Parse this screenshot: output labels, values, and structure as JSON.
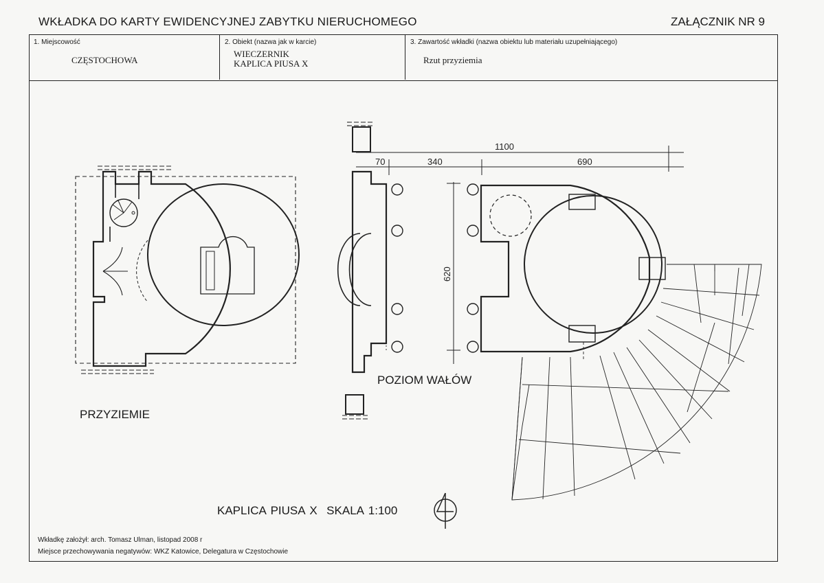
{
  "header": {
    "title": "WKŁADKA DO KARTY EWIDENCYJNEJ ZABYTKU NIERUCHOMEGO",
    "annex": "ZAŁĄCZNIK NR 9"
  },
  "fields": {
    "locality_label": "1. Miejscowość",
    "locality_value": "CZĘSTOCHOWA",
    "object_label": "2. Obiekt (nazwa jak w karcie)",
    "object_line1": "WIECZERNIK",
    "object_line2": "KAPLICA PIUSA X",
    "content_label": "3. Zawartość wkładki (nazwa obiektu lub materiału uzupełniającego)",
    "content_value": "Rzut przyziemia"
  },
  "drawing": {
    "dim_total": "1100",
    "dim_a": "70",
    "dim_b": "340",
    "dim_c": "690",
    "dim_v": "620",
    "label_ground": "PRZYZIEMIE",
    "label_rampart": "POZIOM WAŁÓW",
    "caption": "KAPLICA PIUSA X  SKALA 1:100"
  },
  "footer": {
    "author": "Wkładkę założył: arch. Tomasz Ulman, listopad 2008 r",
    "storage": "Miejsce przechowywania negatywów: WKZ Katowice, Delegatura w Częstochowie"
  }
}
